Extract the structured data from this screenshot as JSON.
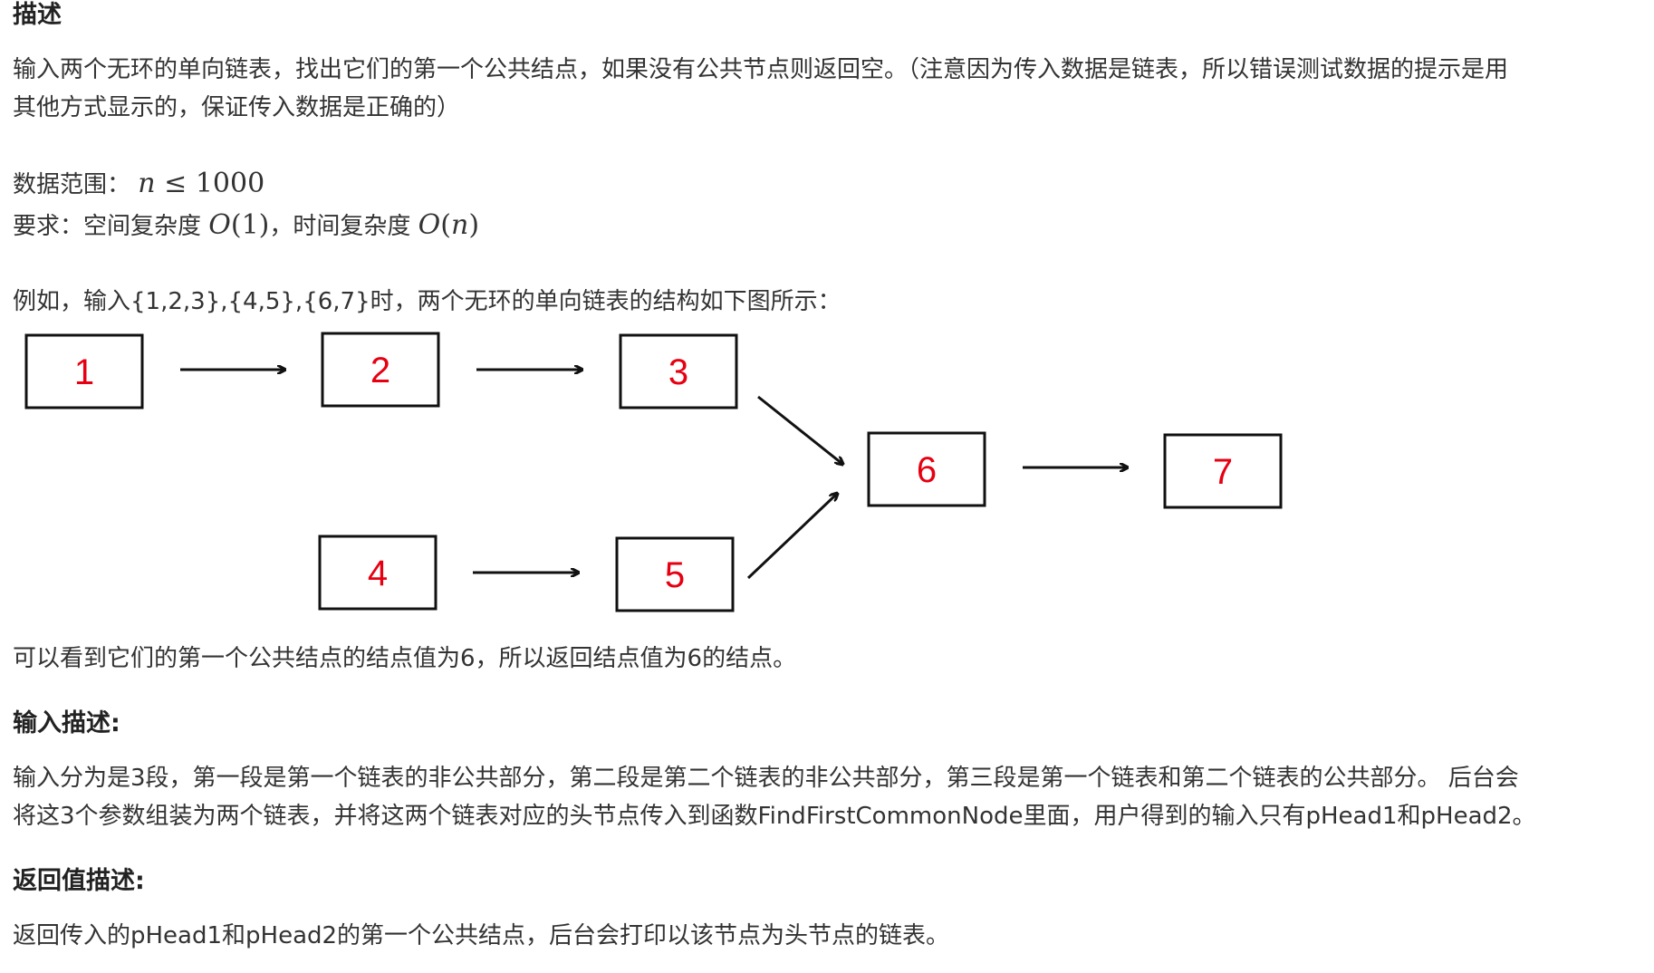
{
  "sections": {
    "description_title": "描述",
    "description_line1": "输入两个无环的单向链表，找出它们的第一个公共结点，如果没有公共节点则返回空。（注意因为传入数据是链表，所以错误测试数据的提示是用",
    "description_line2": "其他方式显示的，保证传入数据是正确的）",
    "range_label": "数据范围：",
    "range_var": "n",
    "range_op": "≤",
    "range_value": "1000",
    "req_label": "要求：空间复杂度",
    "req_space": "O(1)",
    "req_sep": "，时间复杂度",
    "req_time_prefix": "O(",
    "req_time_var": "n",
    "req_time_suffix": ")",
    "example_line": "例如，输入{1,2,3},{4,5},{6,7}时，两个无环的单向链表的结构如下图所示：",
    "result_line": "可以看到它们的第一个公共结点的结点值为6，所以返回结点值为6的结点。",
    "input_title": "输入描述:",
    "input_line1": "输入分为是3段，第一段是第一个链表的非公共部分，第二段是第二个链表的非公共部分，第三段是第一个链表和第二个链表的公共部分。 后台会",
    "input_line2": "将这3个参数组装为两个链表，并将这两个链表对应的头节点传入到函数FindFirstCommonNode里面，用户得到的输入只有pHead1和pHead2。",
    "return_title": "返回值描述:",
    "return_line": "返回传入的pHead1和pHead2的第一个公共结点，后台会打印以该节点为头节点的链表。"
  },
  "diagram": {
    "nodes": [
      "1",
      "2",
      "3",
      "4",
      "5",
      "6",
      "7"
    ],
    "label_color": "#e60012",
    "box_color": "#111111",
    "arrow_color": "#111111"
  }
}
